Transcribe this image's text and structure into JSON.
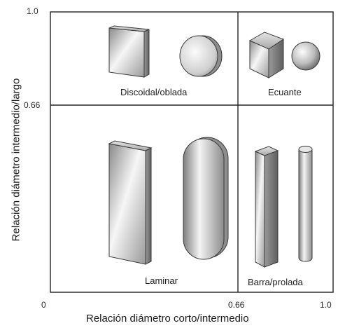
{
  "diagram": {
    "x_axis": {
      "title": "Relación diámetro corto/intermedio",
      "ticks": [
        "0",
        "0.66",
        "1.0"
      ]
    },
    "y_axis": {
      "title": "Relación diámetro intermedio/largo",
      "ticks": [
        "1.0",
        "0.66"
      ]
    },
    "regions": {
      "top_left": "Discoidal/oblada",
      "top_right": "Ecuante",
      "bottom_left": "Laminar",
      "bottom_right": "Barra/prolada"
    },
    "colors": {
      "frame": "#222222",
      "shape_light": "#f4f4f4",
      "shape_mid": "#bdbdbd",
      "shape_dark": "#6f6f6f",
      "outline": "#3a3a3a"
    }
  }
}
